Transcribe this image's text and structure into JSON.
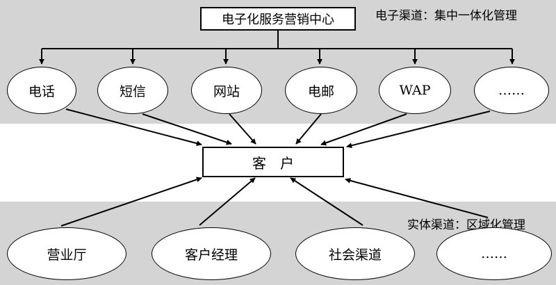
{
  "top_band": {
    "caption": "电子渠道：集中一体化管理",
    "center_label": "电子化服务营销中心",
    "channels": [
      "电话",
      "短信",
      "网站",
      "电邮",
      "WAP",
      "……"
    ]
  },
  "customer_label": "客　户",
  "bottom_band": {
    "caption": "实体渠道：区域化管理",
    "channels": [
      "营业厅",
      "客户经理",
      "社会渠道",
      "……"
    ]
  },
  "colors": {
    "band": "#d4d4d4",
    "line": "#000000",
    "node_fill": "#ffffff"
  }
}
